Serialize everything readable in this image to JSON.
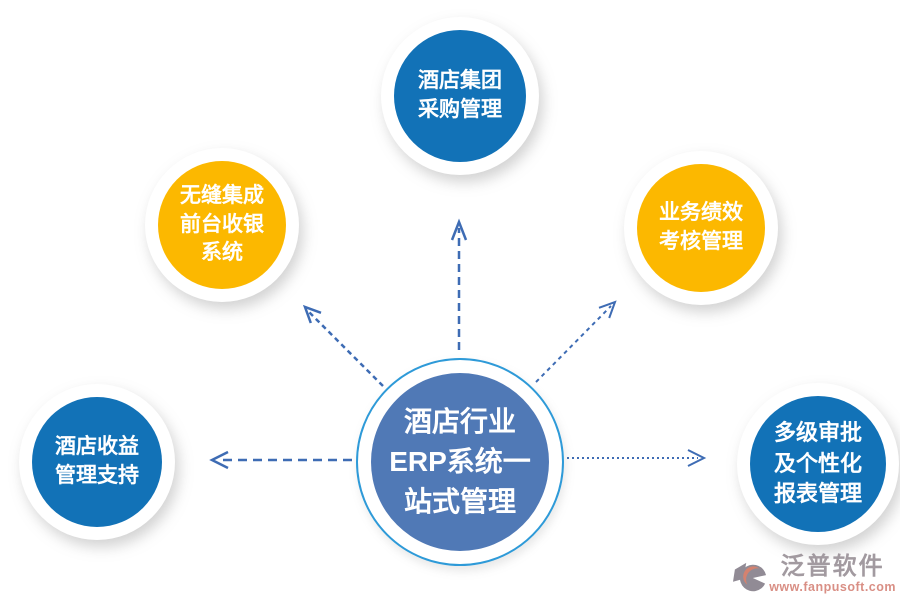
{
  "diagram": {
    "center_node": {
      "label": "酒店行业\nERP系统一\n站式管理",
      "fill_color": "#5079b6",
      "ring_color": "#2e9ad8",
      "text_color": "#ffffff"
    },
    "nodes": [
      {
        "id": "group-procurement",
        "label": "酒店集团\n采购管理",
        "fill_color": "#1272b7"
      },
      {
        "id": "seamless-pos-integration",
        "label": "无缝集成\n前台收银\n系统",
        "fill_color": "#fcb800"
      },
      {
        "id": "performance-assessment",
        "label": "业务绩效\n考核管理",
        "fill_color": "#fcb800"
      },
      {
        "id": "revenue-management",
        "label": "酒店收益\n管理支持",
        "fill_color": "#1272b7"
      },
      {
        "id": "multilevel-approval",
        "label": "多级审批\n及个性化\n报表管理",
        "fill_color": "#1272b7"
      }
    ],
    "arrow_color": "#3e6cb4"
  },
  "watermark": {
    "brand": "泛普软件",
    "url": "www.fanpusoft.com",
    "brand_color": "#a29aa0",
    "url_color": "#d98f85"
  }
}
